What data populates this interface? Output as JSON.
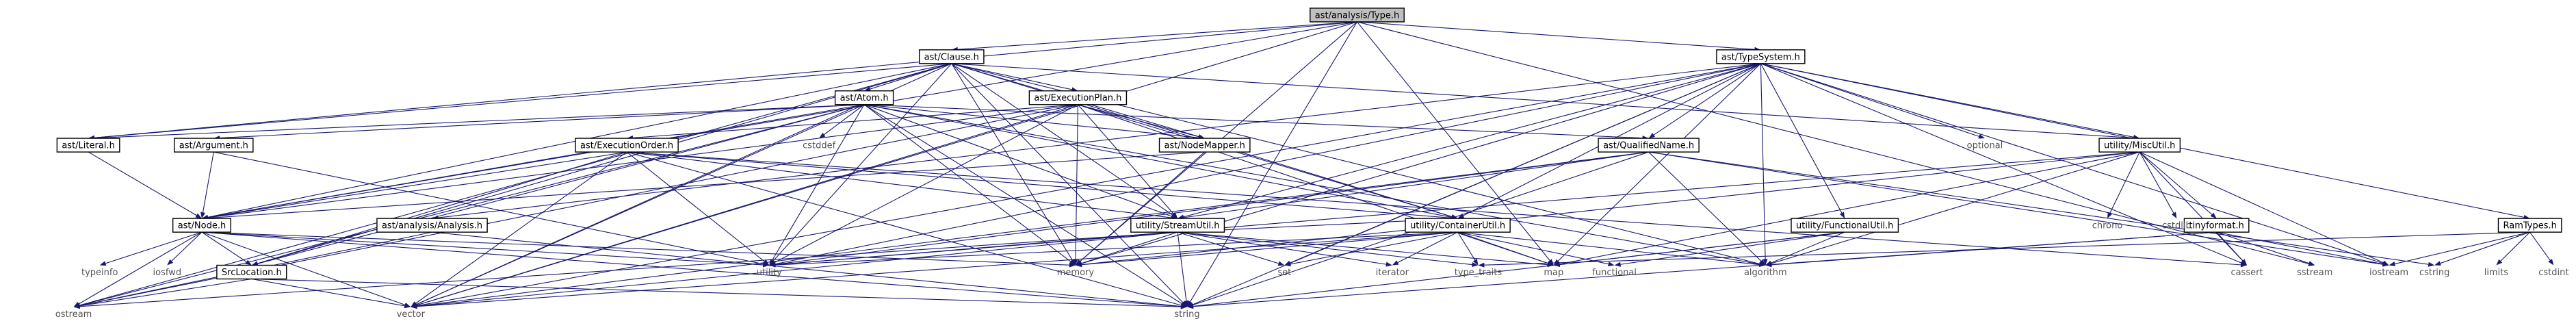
{
  "graph": {
    "title": "ast/analysis/Type.h",
    "colors": {
      "edge": "#191970",
      "root_fill": "#bfbfbf",
      "internal_border": "#000000",
      "external_text": "#555555",
      "background": "#ffffff"
    },
    "nodes": [
      {
        "id": "type_h",
        "label": "ast/analysis/Type.h",
        "kind": "root"
      },
      {
        "id": "clause_h",
        "label": "ast/Clause.h",
        "kind": "internal"
      },
      {
        "id": "typesystem_h",
        "label": "ast/TypeSystem.h",
        "kind": "internal"
      },
      {
        "id": "atom_h",
        "label": "ast/Atom.h",
        "kind": "internal"
      },
      {
        "id": "execplan_h",
        "label": "ast/ExecutionPlan.h",
        "kind": "internal"
      },
      {
        "id": "literal_h",
        "label": "ast/Literal.h",
        "kind": "internal"
      },
      {
        "id": "argument_h",
        "label": "ast/Argument.h",
        "kind": "internal"
      },
      {
        "id": "execorder_h",
        "label": "ast/ExecutionOrder.h",
        "kind": "internal"
      },
      {
        "id": "nodemapper_h",
        "label": "ast/NodeMapper.h",
        "kind": "internal"
      },
      {
        "id": "qualname_h",
        "label": "ast/QualifiedName.h",
        "kind": "internal"
      },
      {
        "id": "miscutil_h",
        "label": "utility/MiscUtil.h",
        "kind": "internal"
      },
      {
        "id": "node_h",
        "label": "ast/Node.h",
        "kind": "internal"
      },
      {
        "id": "analysis_h",
        "label": "ast/analysis/Analysis.h",
        "kind": "internal"
      },
      {
        "id": "streamutil_h",
        "label": "utility/StreamUtil.h",
        "kind": "internal"
      },
      {
        "id": "containerutil_h",
        "label": "utility/ContainerUtil.h",
        "kind": "internal"
      },
      {
        "id": "functionalutil_h",
        "label": "utility/FunctionalUtil.h",
        "kind": "internal"
      },
      {
        "id": "tinyformat_h",
        "label": "tinyformat.h",
        "kind": "internal"
      },
      {
        "id": "ramtypes_h",
        "label": "RamTypes.h",
        "kind": "internal"
      },
      {
        "id": "srclocation_h",
        "label": "SrcLocation.h",
        "kind": "internal"
      },
      {
        "id": "cstddef",
        "label": "cstddef",
        "kind": "external"
      },
      {
        "id": "optional",
        "label": "optional",
        "kind": "external"
      },
      {
        "id": "chrono",
        "label": "chrono",
        "kind": "external"
      },
      {
        "id": "cstdlib",
        "label": "cstdlib",
        "kind": "external"
      },
      {
        "id": "typeinfo",
        "label": "typeinfo",
        "kind": "external"
      },
      {
        "id": "iosfwd",
        "label": "iosfwd",
        "kind": "external"
      },
      {
        "id": "utility",
        "label": "utility",
        "kind": "external"
      },
      {
        "id": "memory",
        "label": "memory",
        "kind": "external"
      },
      {
        "id": "set",
        "label": "set",
        "kind": "external"
      },
      {
        "id": "iterator",
        "label": "iterator",
        "kind": "external"
      },
      {
        "id": "type_traits",
        "label": "type_traits",
        "kind": "external"
      },
      {
        "id": "map",
        "label": "map",
        "kind": "external"
      },
      {
        "id": "functional",
        "label": "functional",
        "kind": "external"
      },
      {
        "id": "algorithm",
        "label": "algorithm",
        "kind": "external"
      },
      {
        "id": "cassert",
        "label": "cassert",
        "kind": "external"
      },
      {
        "id": "sstream",
        "label": "sstream",
        "kind": "external"
      },
      {
        "id": "iostream",
        "label": "iostream",
        "kind": "external"
      },
      {
        "id": "cstring",
        "label": "cstring",
        "kind": "external"
      },
      {
        "id": "limits",
        "label": "limits",
        "kind": "external"
      },
      {
        "id": "cstdint",
        "label": "cstdint",
        "kind": "external"
      },
      {
        "id": "ostream",
        "label": "ostream",
        "kind": "external"
      },
      {
        "id": "vector",
        "label": "vector",
        "kind": "external"
      },
      {
        "id": "string",
        "label": "string",
        "kind": "external"
      }
    ],
    "edges": [
      [
        "type_h",
        "clause_h"
      ],
      [
        "type_h",
        "typesystem_h"
      ],
      [
        "type_h",
        "node_h"
      ],
      [
        "type_h",
        "literal_h"
      ],
      [
        "type_h",
        "memory"
      ],
      [
        "type_h",
        "map"
      ],
      [
        "type_h",
        "sstream"
      ],
      [
        "type_h",
        "string"
      ],
      [
        "type_h",
        "vector"
      ],
      [
        "clause_h",
        "atom_h"
      ],
      [
        "clause_h",
        "execplan_h"
      ],
      [
        "clause_h",
        "literal_h"
      ],
      [
        "clause_h",
        "node_h"
      ],
      [
        "clause_h",
        "nodemapper_h"
      ],
      [
        "clause_h",
        "srclocation_h"
      ],
      [
        "clause_h",
        "containerutil_h"
      ],
      [
        "clause_h",
        "miscutil_h"
      ],
      [
        "clause_h",
        "streamutil_h"
      ],
      [
        "clause_h",
        "algorithm"
      ],
      [
        "clause_h",
        "memory"
      ],
      [
        "clause_h",
        "ostream"
      ],
      [
        "clause_h",
        "string"
      ],
      [
        "clause_h",
        "utility"
      ],
      [
        "clause_h",
        "vector"
      ],
      [
        "atom_h",
        "argument_h"
      ],
      [
        "atom_h",
        "literal_h"
      ],
      [
        "atom_h",
        "node_h"
      ],
      [
        "atom_h",
        "nodemapper_h"
      ],
      [
        "atom_h",
        "qualname_h"
      ],
      [
        "atom_h",
        "srclocation_h"
      ],
      [
        "atom_h",
        "containerutil_h"
      ],
      [
        "atom_h",
        "streamutil_h"
      ],
      [
        "atom_h",
        "algorithm"
      ],
      [
        "atom_h",
        "cstddef"
      ],
      [
        "atom_h",
        "memory"
      ],
      [
        "atom_h",
        "ostream"
      ],
      [
        "atom_h",
        "string"
      ],
      [
        "atom_h",
        "utility"
      ],
      [
        "atom_h",
        "vector"
      ],
      [
        "execplan_h",
        "execorder_h"
      ],
      [
        "execplan_h",
        "node_h"
      ],
      [
        "execplan_h",
        "nodemapper_h"
      ],
      [
        "execplan_h",
        "containerutil_h"
      ],
      [
        "execplan_h",
        "streamutil_h"
      ],
      [
        "execplan_h",
        "map"
      ],
      [
        "execplan_h",
        "memory"
      ],
      [
        "execplan_h",
        "ostream"
      ],
      [
        "execplan_h",
        "utility"
      ],
      [
        "execplan_h",
        "vector"
      ],
      [
        "literal_h",
        "node_h"
      ],
      [
        "argument_h",
        "node_h"
      ],
      [
        "argument_h",
        "utility"
      ],
      [
        "execorder_h",
        "node_h"
      ],
      [
        "execorder_h",
        "srclocation_h"
      ],
      [
        "execorder_h",
        "containerutil_h"
      ],
      [
        "execorder_h",
        "streamutil_h"
      ],
      [
        "execorder_h",
        "cassert"
      ],
      [
        "execorder_h",
        "string"
      ],
      [
        "execorder_h",
        "utility"
      ],
      [
        "execorder_h",
        "vector"
      ],
      [
        "nodemapper_h",
        "node_h"
      ],
      [
        "nodemapper_h",
        "memory"
      ],
      [
        "typesystem_h",
        "analysis_h"
      ],
      [
        "typesystem_h",
        "qualname_h"
      ],
      [
        "typesystem_h",
        "ramtypes_h"
      ],
      [
        "typesystem_h",
        "containerutil_h"
      ],
      [
        "typesystem_h",
        "functionalutil_h"
      ],
      [
        "typesystem_h",
        "miscutil_h"
      ],
      [
        "typesystem_h",
        "streamutil_h"
      ],
      [
        "typesystem_h",
        "algorithm"
      ],
      [
        "typesystem_h",
        "cassert"
      ],
      [
        "typesystem_h",
        "iostream"
      ],
      [
        "typesystem_h",
        "map"
      ],
      [
        "typesystem_h",
        "memory"
      ],
      [
        "typesystem_h",
        "optional"
      ],
      [
        "typesystem_h",
        "set"
      ],
      [
        "typesystem_h",
        "string"
      ],
      [
        "typesystem_h",
        "utility"
      ],
      [
        "typesystem_h",
        "vector"
      ],
      [
        "qualname_h",
        "streamutil_h"
      ],
      [
        "qualname_h",
        "algorithm"
      ],
      [
        "qualname_h",
        "cstring"
      ],
      [
        "qualname_h",
        "iostream"
      ],
      [
        "qualname_h",
        "string"
      ],
      [
        "qualname_h",
        "utility"
      ],
      [
        "qualname_h",
        "vector"
      ],
      [
        "miscutil_h",
        "tinyformat_h"
      ],
      [
        "miscutil_h",
        "cassert"
      ],
      [
        "miscutil_h",
        "chrono"
      ],
      [
        "miscutil_h",
        "cstdlib"
      ],
      [
        "miscutil_h",
        "iostream"
      ],
      [
        "miscutil_h",
        "map"
      ],
      [
        "miscutil_h",
        "memory"
      ],
      [
        "miscutil_h",
        "utility"
      ],
      [
        "miscutil_h",
        "algorithm"
      ],
      [
        "tinyformat_h",
        "cassert"
      ],
      [
        "tinyformat_h",
        "iostream"
      ],
      [
        "tinyformat_h",
        "sstream"
      ],
      [
        "tinyformat_h",
        "algorithm"
      ],
      [
        "tinyformat_h",
        "string"
      ],
      [
        "ramtypes_h",
        "cstring"
      ],
      [
        "ramtypes_h",
        "limits"
      ],
      [
        "ramtypes_h",
        "cstdint"
      ],
      [
        "ramtypes_h",
        "iostream"
      ],
      [
        "ramtypes_h",
        "type_traits"
      ],
      [
        "node_h",
        "srclocation_h"
      ],
      [
        "node_h",
        "typeinfo"
      ],
      [
        "node_h",
        "iosfwd"
      ],
      [
        "node_h",
        "memory"
      ],
      [
        "node_h",
        "ostream"
      ],
      [
        "node_h",
        "string"
      ],
      [
        "node_h",
        "utility"
      ],
      [
        "node_h",
        "vector"
      ],
      [
        "analysis_h",
        "ostream"
      ],
      [
        "analysis_h",
        "string"
      ],
      [
        "srclocation_h",
        "ostream"
      ],
      [
        "srclocation_h",
        "string"
      ],
      [
        "srclocation_h",
        "vector"
      ],
      [
        "streamutil_h",
        "containerutil_h"
      ],
      [
        "streamutil_h",
        "map"
      ],
      [
        "streamutil_h",
        "memory"
      ],
      [
        "streamutil_h",
        "ostream"
      ],
      [
        "streamutil_h",
        "set"
      ],
      [
        "streamutil_h",
        "string"
      ],
      [
        "streamutil_h",
        "utility"
      ],
      [
        "streamutil_h",
        "vector"
      ],
      [
        "streamutil_h",
        "iterator"
      ],
      [
        "streamutil_h",
        "type_traits"
      ],
      [
        "containerutil_h",
        "algorithm"
      ],
      [
        "containerutil_h",
        "functional"
      ],
      [
        "containerutil_h",
        "iterator"
      ],
      [
        "containerutil_h",
        "map"
      ],
      [
        "containerutil_h",
        "memory"
      ],
      [
        "containerutil_h",
        "set"
      ],
      [
        "containerutil_h",
        "type_traits"
      ],
      [
        "containerutil_h",
        "utility"
      ],
      [
        "containerutil_h",
        "vector"
      ],
      [
        "functionalutil_h",
        "algorithm"
      ],
      [
        "functionalutil_h",
        "functional"
      ],
      [
        "functionalutil_h",
        "map"
      ],
      [
        "functionalutil_h",
        "string"
      ]
    ]
  }
}
